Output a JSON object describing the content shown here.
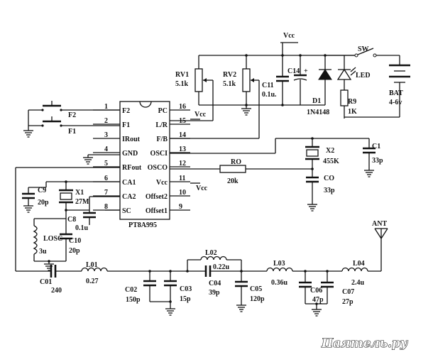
{
  "ic": {
    "name": "PT8A995",
    "pins_left": [
      {
        "num": "1",
        "label": "F2"
      },
      {
        "num": "2",
        "label": "F1"
      },
      {
        "num": "3",
        "label": "IRout"
      },
      {
        "num": "4",
        "label": "GND"
      },
      {
        "num": "5",
        "label": "RFout"
      },
      {
        "num": "6",
        "label": "CA1"
      },
      {
        "num": "7",
        "label": "CA2"
      },
      {
        "num": "8",
        "label": "SC"
      }
    ],
    "pins_right": [
      {
        "num": "16",
        "label": "PC"
      },
      {
        "num": "15",
        "label": "L/R"
      },
      {
        "num": "14",
        "label": "F/B"
      },
      {
        "num": "13",
        "label": "OSCI"
      },
      {
        "num": "12",
        "label": "OSCO"
      },
      {
        "num": "11",
        "label": "Vcc"
      },
      {
        "num": "10",
        "label": "Offset2"
      },
      {
        "num": "9",
        "label": "Offset1"
      }
    ]
  },
  "labels": {
    "vcc_top": "Vcc",
    "vcc_pin16": "Vcc",
    "vcc_pin11": "Vcc",
    "sw": "SW",
    "led": "LED",
    "bat": "BAT",
    "bat_value": "4-6v",
    "f2": "F2",
    "f1": "F1",
    "ant": "ANT"
  },
  "components": {
    "rv1": {
      "ref": "RV1",
      "value": "5.1k"
    },
    "rv2": {
      "ref": "RV2",
      "value": "5.1k"
    },
    "c11": {
      "ref": "C11",
      "value": "0.1u."
    },
    "c14": {
      "ref": "C14",
      "plus": "+"
    },
    "d1": {
      "ref": "D1",
      "value": "1N4148"
    },
    "r9": {
      "ref": "R9",
      "value": "1K"
    },
    "c1": {
      "ref": "C1",
      "value": "33p"
    },
    "x2": {
      "ref": "X2",
      "value": "455K"
    },
    "ro": {
      "ref": "RO",
      "value": "20k"
    },
    "co": {
      "ref": "CO",
      "value": "33p"
    },
    "c9": {
      "ref": "C9",
      "value": "20p"
    },
    "x1": {
      "ref": "X1",
      "value": "27M"
    },
    "c8": {
      "ref": "C8",
      "value": "0.1u"
    },
    "losc": {
      "ref": "LOSC",
      "value": "3u"
    },
    "c10": {
      "ref": "C10",
      "value": "20p"
    },
    "c01": {
      "ref": "C01",
      "value": "240"
    },
    "l01": {
      "ref": "L01",
      "value": "0.27"
    },
    "c02": {
      "ref": "C02",
      "value": "150p"
    },
    "c03": {
      "ref": "C03",
      "value": "15p"
    },
    "l02": {
      "ref": "L02",
      "value": "0.22u"
    },
    "c04": {
      "ref": "C04",
      "value": "39p"
    },
    "c05": {
      "ref": "C05",
      "value": "120p"
    },
    "l03": {
      "ref": "L03",
      "value": "0.36u"
    },
    "c06": {
      "ref": "C06",
      "value": "47p"
    },
    "c07": {
      "ref": "C07",
      "value": "27p"
    },
    "l04": {
      "ref": "L04",
      "value": "2.4u"
    }
  },
  "watermark": "Паятель.ру"
}
